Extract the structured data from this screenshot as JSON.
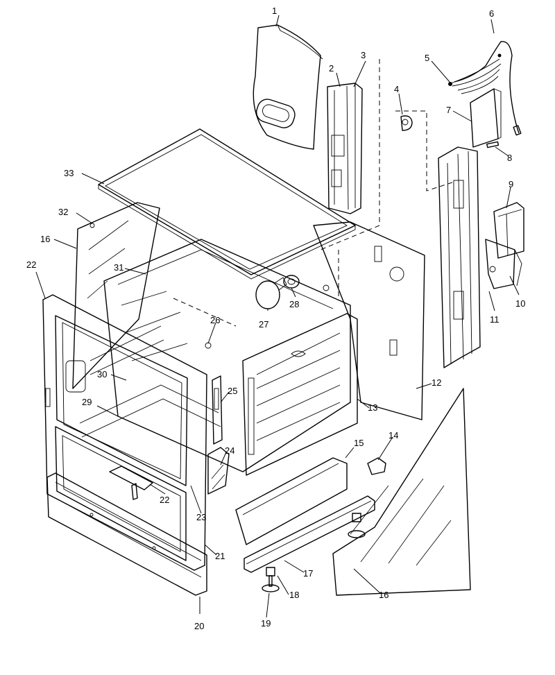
{
  "diagram": {
    "callouts": {
      "c1": "1",
      "c2": "2",
      "c3": "3",
      "c4": "4",
      "c5": "5",
      "c6": "6",
      "c7": "7",
      "c8": "8",
      "c9": "9",
      "c10": "10",
      "c11": "11",
      "c12": "12",
      "c13": "13",
      "c14": "14",
      "c15": "15",
      "c16a": "16",
      "c16b": "16",
      "c17": "17",
      "c18": "18",
      "c19": "19",
      "c20": "20",
      "c21": "21",
      "c22a": "22",
      "c22b": "22",
      "c23": "23",
      "c24": "24",
      "c25": "25",
      "c26": "26",
      "c27": "27",
      "c28": "28",
      "c29": "29",
      "c30": "30",
      "c31": "31",
      "c32": "32",
      "c33": "33"
    }
  }
}
